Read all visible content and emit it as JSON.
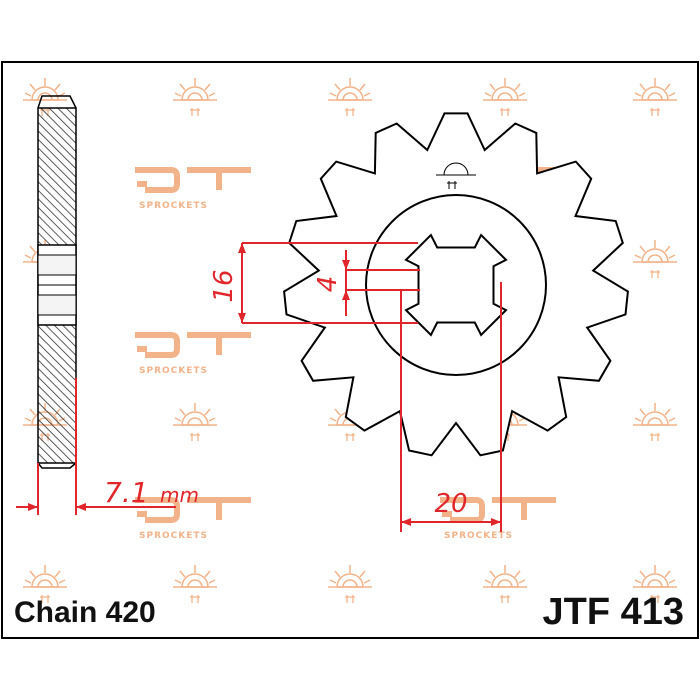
{
  "watermark": {
    "brand": "SPROCKETS",
    "sun_icon": "sun-logo-icon",
    "color": "#f2b38a"
  },
  "dimensions": {
    "spline_depth": "4",
    "spline_width": "16",
    "offset_width": "20",
    "thickness": "7.1",
    "thickness_unit": "mm"
  },
  "footer": {
    "chain": "Chain 420",
    "part_number": "JTF 413"
  },
  "colors": {
    "dimension": "#e0262b",
    "outline": "#000000",
    "hatch": "#333333"
  }
}
